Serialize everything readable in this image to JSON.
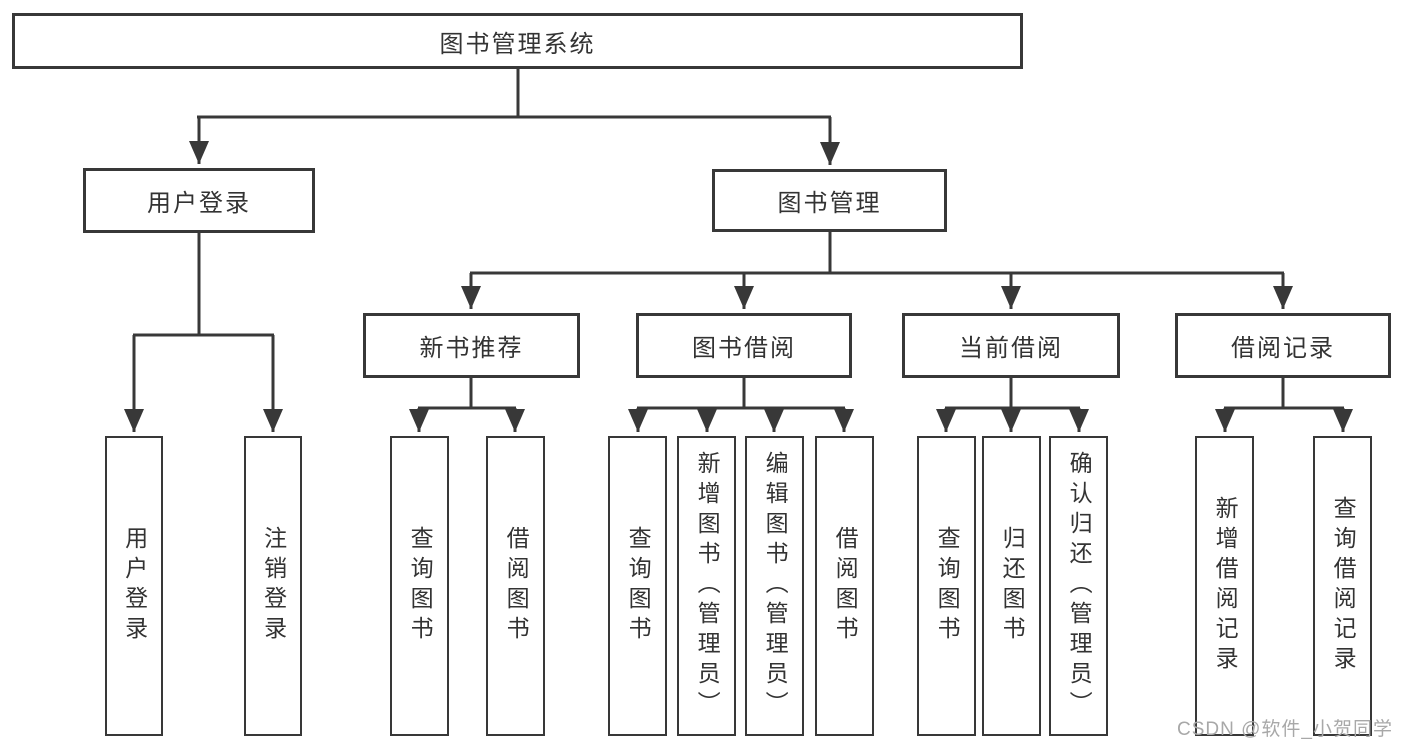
{
  "diagram": {
    "watermark": "CSDN @软件_小贺同学",
    "colors": {
      "line": "#383838",
      "text": "#333333",
      "watermark": "#a8a8a8",
      "background": "#ffffff"
    },
    "tree": {
      "label": "图书管理系统",
      "children": [
        {
          "label": "用户登录",
          "children": [
            {
              "label": "用户登录"
            },
            {
              "label": "注销登录"
            }
          ]
        },
        {
          "label": "图书管理",
          "children": [
            {
              "label": "新书推荐",
              "children": [
                {
                  "label": "查询图书"
                },
                {
                  "label": "借阅图书"
                }
              ]
            },
            {
              "label": "图书借阅",
              "children": [
                {
                  "label": "查询图书"
                },
                {
                  "label": "新增图书（管理员）"
                },
                {
                  "label": "编辑图书（管理员）"
                },
                {
                  "label": "借阅图书"
                }
              ]
            },
            {
              "label": "当前借阅",
              "children": [
                {
                  "label": "查询图书"
                },
                {
                  "label": "归还图书"
                },
                {
                  "label": "确认归还（管理员）"
                }
              ]
            },
            {
              "label": "借阅记录",
              "children": [
                {
                  "label": "新增借阅记录"
                },
                {
                  "label": "查询借阅记录"
                }
              ]
            }
          ]
        }
      ]
    }
  }
}
